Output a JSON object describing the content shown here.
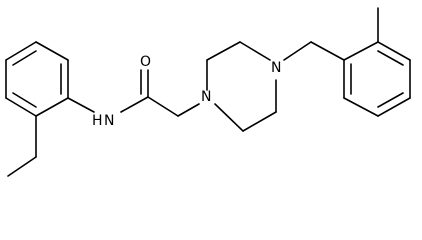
{
  "molecule": {
    "atoms": {
      "amide_nitrogen": "N",
      "amide_hydrogen": "H",
      "carbonyl_oxygen": "O",
      "piperazine_n1": "N",
      "piperazine_n4": "N"
    }
  },
  "colors": {
    "bond": "#000000",
    "background": "#ffffff"
  }
}
